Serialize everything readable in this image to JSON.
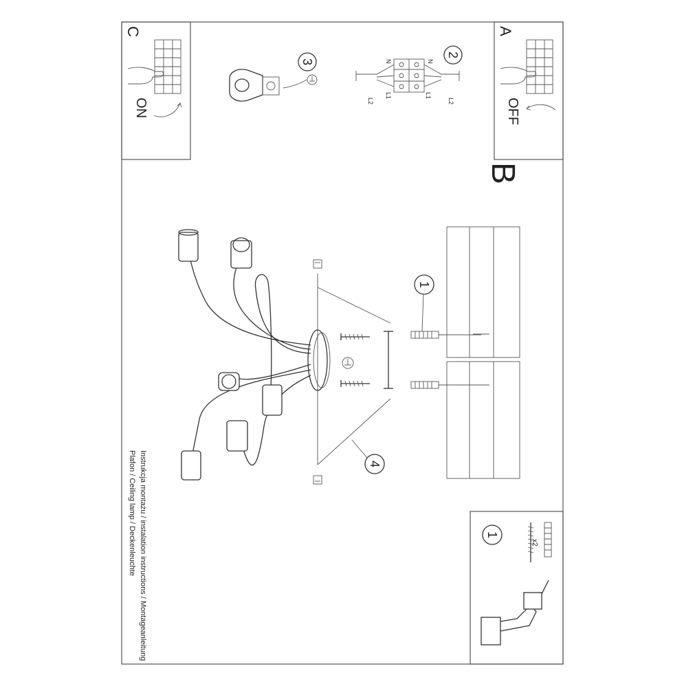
{
  "panels": {
    "A": {
      "letter": "A",
      "state": "OFF"
    },
    "C": {
      "letter": "C",
      "state": "ON"
    },
    "B": {
      "letter": "B"
    }
  },
  "steps": [
    "1",
    "2",
    "3",
    "4"
  ],
  "wiring": {
    "n": "N",
    "l1": "L1",
    "l2": "L2"
  },
  "hardware": {
    "quantity": "x2"
  },
  "caption": {
    "line1": "Instrukcja montażu / instalation instructions / Montageanleitung",
    "line2": "Plafon / Ceiling lamp / Deckenleuchte"
  },
  "icons": [
    "hand-icon",
    "terminal-block-icon",
    "arrow-icon",
    "ground-symbol-icon",
    "drill-icon",
    "screw-icon",
    "wall-plug-icon"
  ]
}
